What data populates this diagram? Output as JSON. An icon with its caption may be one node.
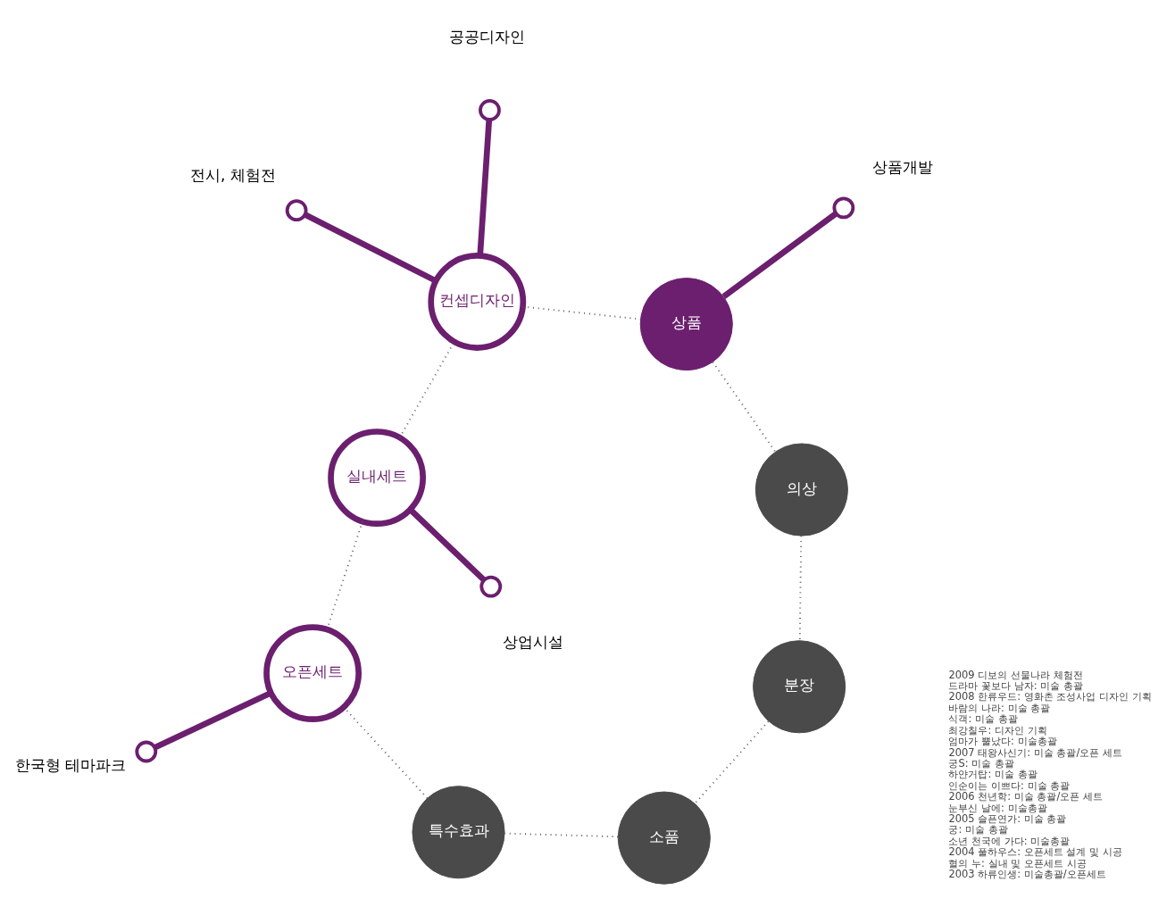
{
  "diagram": {
    "nodes": [
      {
        "text": [
          "특수효과"
        ]
      },
      {
        "text": [
          "소품"
        ]
      },
      {
        "text": [
          "분장"
        ]
      },
      {
        "text": [
          "오픈세트"
        ]
      },
      {
        "text": [],
        "shape": "circle",
        "beside": [
          "한국형 테마파크"
        ]
      },
      {
        "text": [
          "의상"
        ]
      },
      {
        "text": [
          "실내세트"
        ]
      },
      {
        "text": [
          "상품"
        ]
      },
      {
        "text": [],
        "shape": "circle",
        "beside": [
          "상업시설"
        ]
      },
      {
        "text": [],
        "shape": "circle",
        "beside": [
          "상품개발"
        ]
      },
      {
        "text": [
          "컨셉디자인"
        ]
      },
      {
        "text": [],
        "shape": "circle",
        "beside": [
          "전시, 체험전"
        ]
      },
      {
        "text": [],
        "shape": "circle",
        "beside": [
          "공공디자인"
        ]
      }
    ],
    "edges": [
      {
        "from": 0,
        "to": 3,
        "arrow": "none",
        "style": "dashed"
      },
      {
        "from": 3,
        "to": 6,
        "arrow": "none",
        "style": "dashed"
      },
      {
        "from": 6,
        "to": 10,
        "arrow": "none",
        "style": "dashed"
      },
      {
        "from": 10,
        "to": 7,
        "arrow": "none",
        "style": "dashed"
      },
      {
        "from": 7,
        "to": 5,
        "arrow": "none",
        "style": "dashed"
      },
      {
        "from": 5,
        "to": 2,
        "arrow": "none",
        "style": "dashed"
      },
      {
        "from": 2,
        "to": 1,
        "arrow": "none",
        "style": "dashed"
      },
      {
        "from": 1,
        "to": 0,
        "arrow": "none",
        "style": "dashed"
      },
      {
        "from": 3,
        "to": 4,
        "arrow": "none",
        "style": "thick",
        "color": "#6b1f6e"
      },
      {
        "from": 6,
        "to": 8,
        "arrow": "none",
        "style": "thick",
        "color": "#6b1f6e"
      },
      {
        "from": 7,
        "to": 9,
        "arrow": "none",
        "style": "thick",
        "color": "#6b1f6e"
      },
      {
        "from": 10,
        "to": 11,
        "arrow": "none",
        "style": "thick",
        "color": "#6b1f6e"
      },
      {
        "from": 10,
        "to": 12,
        "arrow": "none",
        "style": "thick",
        "color": "#6b1f6e"
      }
    ],
    "labels": [
      "2009 디보의 선물나라 체험전",
      "드라마 꽃보다 남자: 미술 총괄",
      "2008 한류우드: 영화촌 조성사업 디자인 기획",
      "바람의 나라: 미술 총괄",
      "식객: 미술 총괄",
      "최강칠우: 디자인 기획",
      "엄마가 뿔났다: 미술총괄",
      "2007 태왕사신기: 미술 총괄/오픈 세트",
      "궁S: 미술 총괄",
      "하얀거탑: 미술 총괄",
      "인순이는 이쁘다: 미술 총괄",
      "2006 천년학: 미술 총괄/오픈 세트",
      "눈부신 날에: 미술총괄",
      "2005 슬픈연가: 미술 총괄",
      "궁: 미술 총괄",
      "소년 천국에 가다: 미술총괄",
      "2004 풀하우스: 오픈세트 설계 및 시공",
      "혈의 누: 실내 및 오픈세트 시공",
      "2003 하류인생: 미술총괄/오픈세트"
    ]
  }
}
